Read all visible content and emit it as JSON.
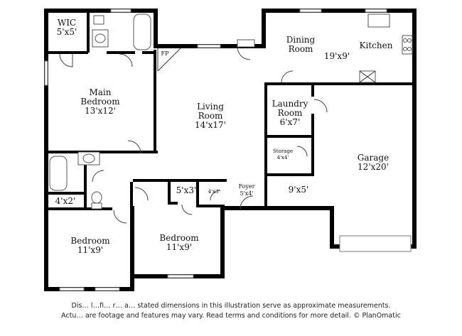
{
  "rooms": [
    {
      "id": "wic",
      "name": "WIC",
      "dims": "5'x5'"
    },
    {
      "id": "main-bedroom",
      "name": "Main\nBedroom",
      "dims": "13'x12'"
    },
    {
      "id": "living-room",
      "name": "Living\nRoom",
      "dims": "14'x17'"
    },
    {
      "id": "dining-room",
      "name": "Dining\nRoom",
      "dims": ""
    },
    {
      "id": "dining-kitchen-dims",
      "name": "",
      "dims": "19'x9'"
    },
    {
      "id": "kitchen",
      "name": "Kitchen",
      "dims": ""
    },
    {
      "id": "laundry-room",
      "name": "Laundry\nRoom",
      "dims": "6'x7'"
    },
    {
      "id": "storage",
      "name": "Storage",
      "dims": "4'x4'"
    },
    {
      "id": "garage",
      "name": "Garage",
      "dims": "12'x20'"
    },
    {
      "id": "garage-nook",
      "name": "",
      "dims": "9'x5'"
    },
    {
      "id": "foyer",
      "name": "Foyer",
      "dims": "5'x4'"
    },
    {
      "id": "closet-a",
      "name": "",
      "dims": "5'x3'"
    },
    {
      "id": "closet-b",
      "name": "",
      "dims": "4'x3'"
    },
    {
      "id": "linen",
      "name": "",
      "dims": "4'x2'"
    },
    {
      "id": "bedroom-1",
      "name": "Bedroom",
      "dims": "11'x9'"
    },
    {
      "id": "bedroom-2",
      "name": "Bedroom",
      "dims": "11'x9'"
    }
  ],
  "fireplace_label": "FP",
  "disclaimer": {
    "line1": "Dis… l…fi… r… a… stated dimensions in this illustration serve as approximate measurements.",
    "line2": "Actu… are footage and features may vary. Read terms and conditions for more detail. © PlanOmatic"
  }
}
